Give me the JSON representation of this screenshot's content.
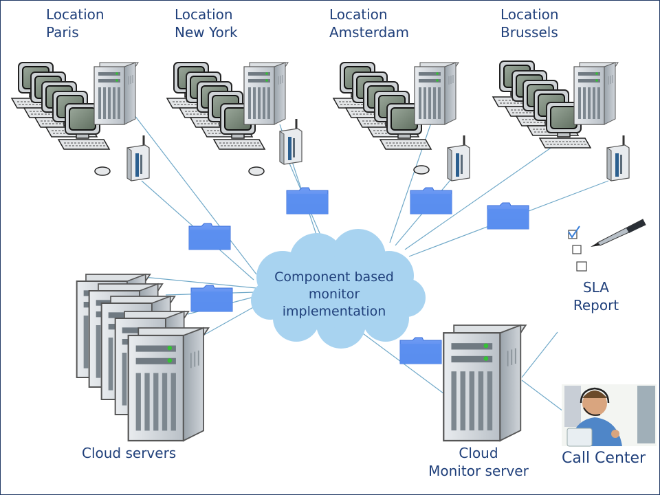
{
  "locations": [
    {
      "line1": "Location",
      "line2": "Paris"
    },
    {
      "line1": "Location",
      "line2": "New York"
    },
    {
      "line1": "Location",
      "line2": "Amsterdam"
    },
    {
      "line1": "Location",
      "line2": "Brussels"
    }
  ],
  "cloud": {
    "line1": "Component based",
    "line2": "monitor",
    "line3": "implementation"
  },
  "cloud_servers_label": "Cloud servers",
  "monitor_server": {
    "line1": "Cloud",
    "line2": "Monitor server"
  },
  "sla": {
    "line1": "SLA",
    "line2": "Report"
  },
  "call_center_label": "Call Center",
  "colors": {
    "text": "#1f3f7a",
    "cloud": "#a8d3f0",
    "folder": "#5b8ff0",
    "line": "#6fa8c8",
    "frame": "#1f3864"
  }
}
